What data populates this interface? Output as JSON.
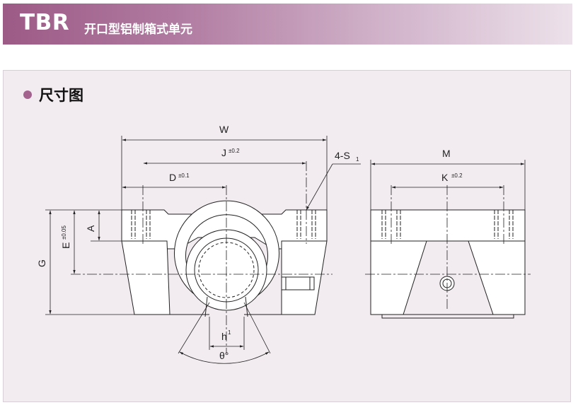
{
  "header": {
    "code": "TBR",
    "title": "开口型铝制箱式单元"
  },
  "section": {
    "title": "尺寸图"
  },
  "labels": {
    "W": "W",
    "J": "J",
    "J_tol": "±0.2",
    "D": "D",
    "D_tol": "±0.1",
    "S": "4-S",
    "S_sub": "1",
    "A": "A",
    "E": "E",
    "E_tol": "±0.05",
    "G": "G",
    "h": "h",
    "h_sup": "1",
    "theta": "θ°",
    "M": "M",
    "K": "K",
    "K_tol": "±0.2"
  },
  "colors": {
    "header_start": "#9c5a86",
    "panel_bg": "#f2ecf1",
    "part_fill": "#ffffff",
    "line": "#222222"
  }
}
